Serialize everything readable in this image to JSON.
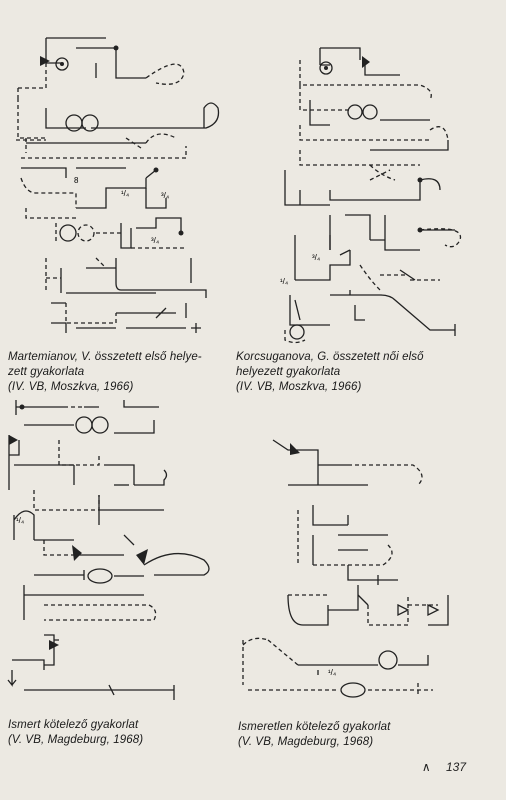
{
  "figures": [
    {
      "caption_lines": [
        "Martemianov, V. összetett első helye-",
        "zett gyakorlata",
        "(IV. VB, Moszkva, 1966)"
      ]
    },
    {
      "caption_lines": [
        "Korcsuganova, G. összetett női első",
        "helyezett gyakorlata",
        "(IV. VB, Moszkva, 1966)"
      ]
    },
    {
      "caption_lines": [
        "Ismert kötelező gyakorlat",
        "(V. VB, Magdeburg, 1968)"
      ]
    },
    {
      "caption_lines": [
        "Ismeretlen kötelező gyakorlat",
        "(V. VB, Magdeburg, 1968)"
      ]
    }
  ],
  "diagram_marks": {
    "fig1": [
      "8",
      "¹/₄",
      "³/₄",
      "³/₄"
    ],
    "fig2": [
      "¹/₄",
      "³/₄"
    ],
    "fig3": [
      "¹/₄"
    ],
    "fig4": [
      "¹/₄"
    ]
  },
  "page_number": "137",
  "page_mark": "∧"
}
